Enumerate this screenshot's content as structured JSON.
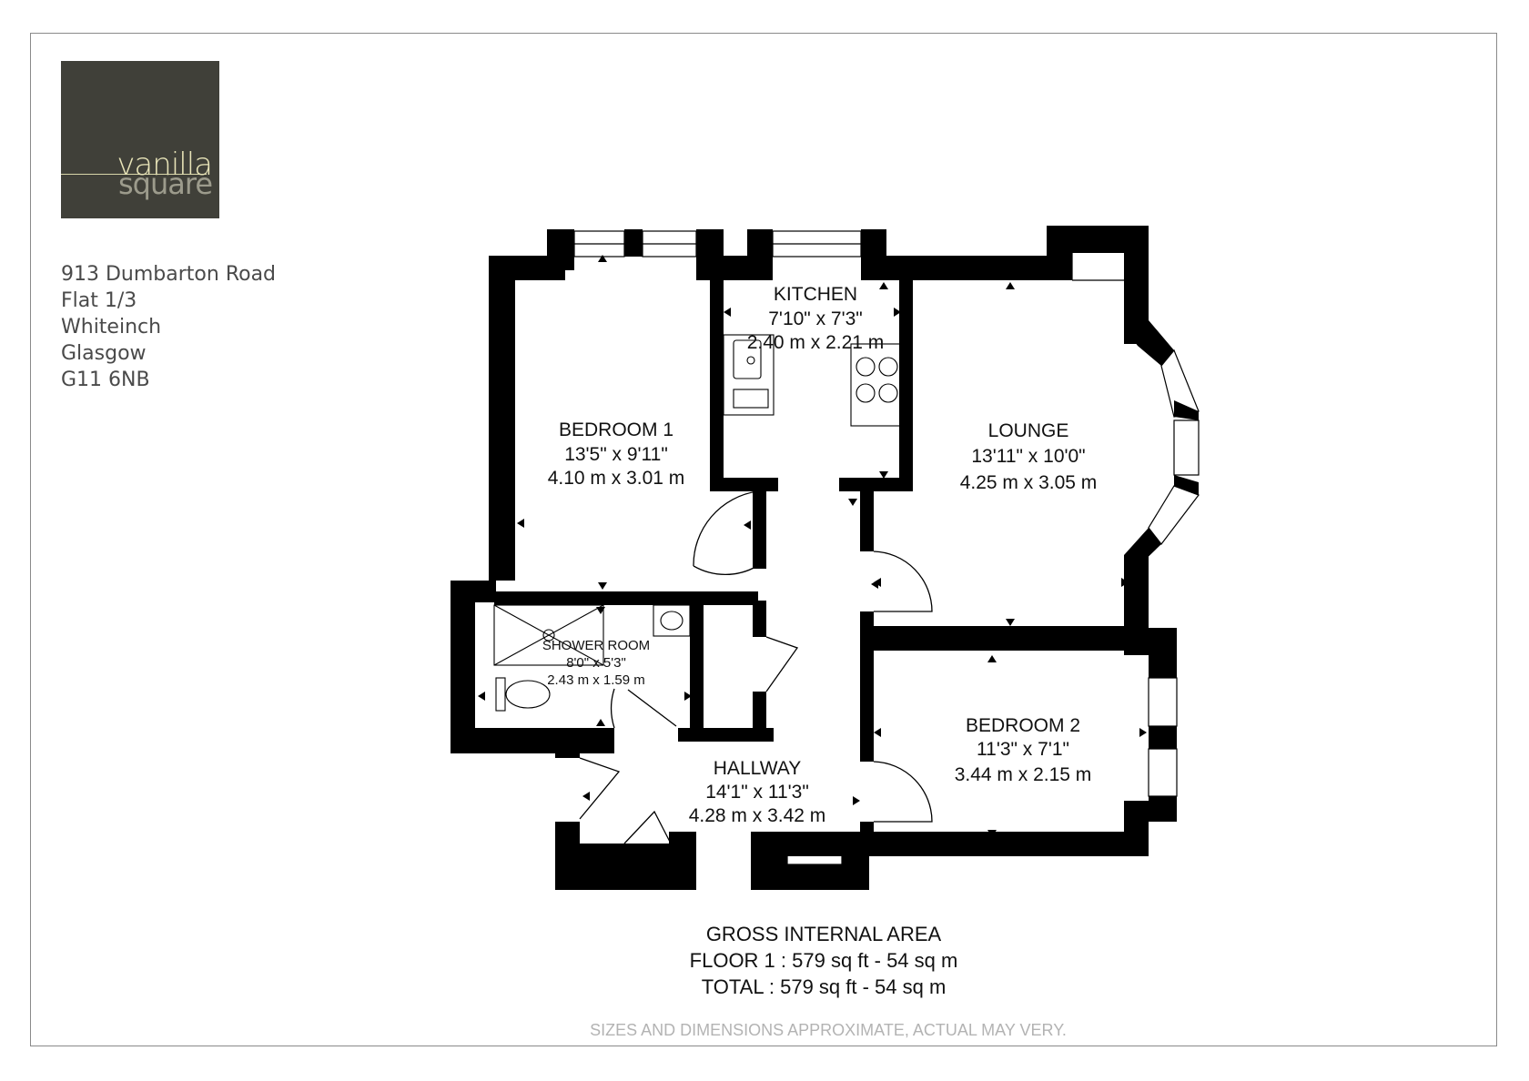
{
  "logo": {
    "word1": "vanilla",
    "word2": "square"
  },
  "address": [
    "913 Dumbarton Road",
    "Flat 1/3",
    "Whiteinch",
    "Glasgow",
    "G11 6NB"
  ],
  "rooms": {
    "bedroom1": {
      "name": "BEDROOM 1",
      "imperial": "13'5\" x 9'11\"",
      "metric": "4.10 m x 3.01 m"
    },
    "kitchen": {
      "name": "KITCHEN",
      "imperial": "7'10\" x 7'3\"",
      "metric": "2.40 m x 2.21 m"
    },
    "lounge": {
      "name": "LOUNGE",
      "imperial": "13'11\" x 10'0\"",
      "metric": "4.25 m x 3.05 m"
    },
    "shower": {
      "name": "SHOWER ROOM",
      "imperial": "8'0\" x 5'3\"",
      "metric": "2.43 m x 1.59 m"
    },
    "bedroom2": {
      "name": "BEDROOM 2",
      "imperial": "11'3\" x 7'1\"",
      "metric": "3.44 m x 2.15 m"
    },
    "hallway": {
      "name": "HALLWAY",
      "imperial": "14'1\" x 11'3\"",
      "metric": "4.28 m x 3.42 m"
    }
  },
  "area": {
    "heading": "GROSS INTERNAL AREA",
    "floor": "FLOOR 1 : 579 sq ft - 54 sq m",
    "total": "TOTAL : 579 sq ft - 54 sq m"
  },
  "disclaimer": "SIZES AND DIMENSIONS APPROXIMATE, ACTUAL MAY VERY."
}
